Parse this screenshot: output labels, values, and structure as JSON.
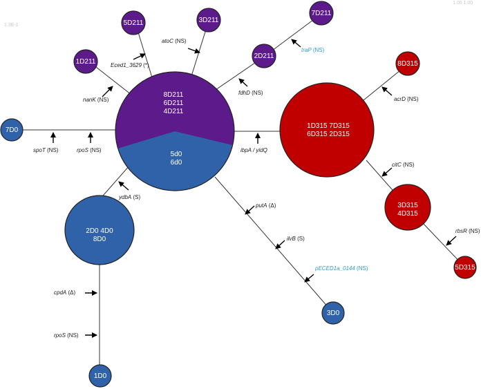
{
  "colors": {
    "purple": "#5c1a8b",
    "blue": "#2f62a8",
    "red": "#c00000",
    "mutation_blue": "#2e9bd6"
  },
  "corner_labels": {
    "top_left": "1.3E-1",
    "top_right": "1.00 1.00"
  },
  "nodes": {
    "hub_purple": [
      "8D211",
      "6D211",
      "4D211"
    ],
    "hub_blue": [
      "5d0",
      "6d0"
    ],
    "n2D0": [
      "2D0    4D0",
      "8D0"
    ],
    "n1D0": "1D0",
    "n3D0": "3D0",
    "n7D0": "7D0",
    "n1D211": "1D211",
    "n5D211": "5D211",
    "n3D211": "3D211",
    "n2D211": "2D211",
    "n7D211": "7D211",
    "n1D315": [
      "1D315    7D315",
      "6D315    2D315"
    ],
    "n8D315": "8D315",
    "n3D315": [
      "3D315",
      "4D315"
    ],
    "n5D315": "5D315"
  },
  "mutations": {
    "nanK": {
      "gene": "nanK",
      "suffix": " (NS)"
    },
    "eced1": {
      "gene": "Eced1_3629",
      "suffix": " (*)"
    },
    "atoC": {
      "gene": "atoC",
      "suffix": " (NS)"
    },
    "fdhD": {
      "gene": "fdhD",
      "suffix": " (NS)"
    },
    "traP": {
      "gene": "traP",
      "suffix": " (NS)"
    },
    "spoT": {
      "gene": "spoT",
      "suffix": " (NS)"
    },
    "rpoS_left": {
      "gene": "rpoS",
      "suffix": " (NS)"
    },
    "ibpA": {
      "gene": "ibpA / yidQ",
      "suffix": ""
    },
    "acrD": {
      "gene": "acrD",
      "suffix": " (NS)"
    },
    "citC": {
      "gene": "citC",
      "suffix": " (NS)"
    },
    "rbsR": {
      "gene": "rbsR",
      "suffix": " (NS)"
    },
    "ydbA": {
      "gene": "ydbA",
      "suffix": " (S)"
    },
    "putA": {
      "gene": "putA",
      "suffix": " (Δ)"
    },
    "ilvB": {
      "gene": "ilvB",
      "suffix": " (S)"
    },
    "pECED": {
      "gene": "pECED1a_0144",
      "suffix": " (NS)"
    },
    "cpdA": {
      "gene": "cpdA",
      "suffix": " (Δ)"
    },
    "rpoS_bottom": {
      "gene": "rpoS",
      "suffix": " (NS)"
    }
  }
}
